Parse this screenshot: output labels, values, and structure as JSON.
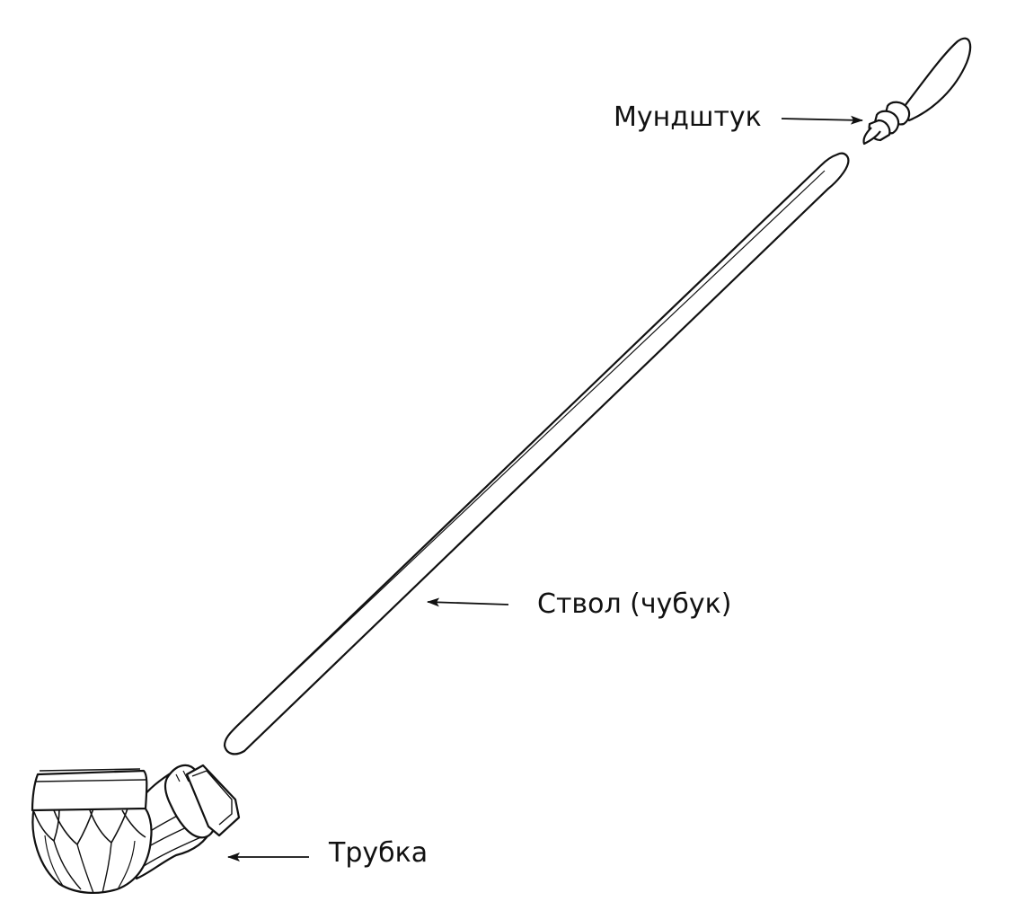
{
  "labels": {
    "mouthpiece": "Мундштук",
    "stem": "Ствол (чубук)",
    "bowl": "Трубка"
  },
  "colors": {
    "ink": "#111111",
    "background": "#ffffff"
  }
}
